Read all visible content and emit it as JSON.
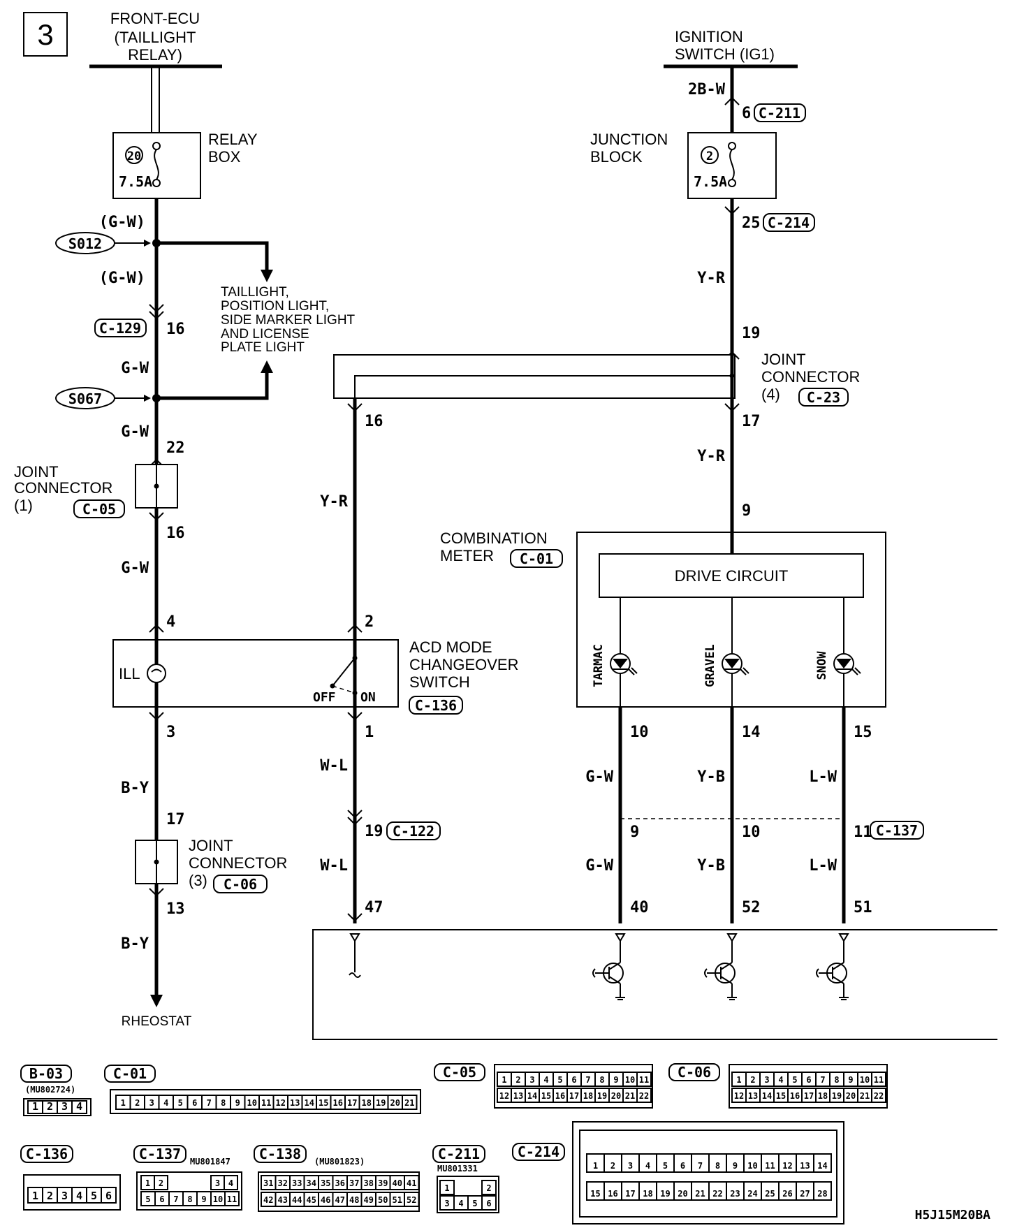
{
  "page_no": "3",
  "diagram_id": "H5J15M20BA",
  "labels": {
    "front_ecu": [
      "FRONT-ECU",
      "(TAILLIGHT",
      "RELAY)"
    ],
    "ignition": [
      "IGNITION",
      "SWITCH (IG1)"
    ],
    "relay_box": [
      "RELAY",
      "BOX"
    ],
    "relay_fuse_no": "20",
    "relay_fuse_rating": "7.5A",
    "junction_block": [
      "JUNCTION",
      "BLOCK"
    ],
    "jb_fuse_no": "2",
    "jb_fuse_rating": "7.5A",
    "taillight": [
      "TAILLIGHT,",
      "POSITION LIGHT,",
      "SIDE MARKER LIGHT",
      "AND LICENSE",
      "PLATE LIGHT"
    ],
    "joint1": [
      "JOINT",
      "CONNECTOR",
      "(1)"
    ],
    "joint3": [
      "JOINT",
      "CONNECTOR",
      "(3)"
    ],
    "joint4": [
      "JOINT",
      "CONNECTOR",
      "(4)"
    ],
    "combo": [
      "COMBINATION",
      "METER"
    ],
    "drive_circuit": "DRIVE CIRCUIT",
    "acd": [
      "ACD MODE",
      "CHANGEOVER",
      "SWITCH"
    ],
    "ill": "ILL",
    "off": "OFF",
    "on": "ON",
    "tarmac": "TARMAC",
    "gravel": "GRAVEL",
    "snow": "SNOW",
    "rheostat": "RHEOSTAT"
  },
  "splices": {
    "s012": "S012",
    "s067": "S067"
  },
  "connectors": {
    "c129": "C-129",
    "c05": "C-05",
    "c06": "C-06",
    "c211": "C-211",
    "c214": "C-214",
    "c23": "C-23",
    "c01": "C-01",
    "c136": "C-136",
    "c122": "C-122",
    "c137": "C-137"
  },
  "wires": {
    "gw_paren": "(G-W)",
    "gw": "G-W",
    "by": "B-Y",
    "yr": "Y-R",
    "wl": "W-L",
    "tbw": "2B-W",
    "yb": "Y-B",
    "lw": "L-W"
  },
  "pins": {
    "p16a": "16",
    "p22": "22",
    "p16b": "16",
    "p4": "4",
    "p3": "3",
    "p17a": "17",
    "p13": "13",
    "p6": "6",
    "p25": "25",
    "p19a": "19",
    "p17b": "17",
    "p9a": "9",
    "p16c": "16",
    "p2": "2",
    "p1": "1",
    "p19b": "19",
    "p47": "47",
    "p10a": "10",
    "p14": "14",
    "p15": "15",
    "p9b": "9",
    "p10b": "10",
    "p11": "11",
    "p40": "40",
    "p52": "52",
    "p51": "51"
  },
  "legend": {
    "b03": "B-03",
    "b03_part": "(MU802724)",
    "b03_pins": [
      "1",
      "2",
      "3",
      "4"
    ],
    "c01": "C-01",
    "c01_pins": [
      "1",
      "2",
      "3",
      "4",
      "5",
      "6",
      "7",
      "8",
      "9",
      "10",
      "11",
      "12",
      "13",
      "14",
      "15",
      "16",
      "17",
      "18",
      "19",
      "20",
      "21"
    ],
    "c05": "C-05",
    "c06": "C-06",
    "c22_row1": [
      "1",
      "2",
      "3",
      "4",
      "5",
      "6",
      "7",
      "8",
      "9",
      "10",
      "11"
    ],
    "c22_row2": [
      "12",
      "13",
      "14",
      "15",
      "16",
      "17",
      "18",
      "19",
      "20",
      "21",
      "22"
    ],
    "c136": "C-136",
    "c136_pins": [
      "1",
      "2",
      "3",
      "4",
      "5",
      "6"
    ],
    "c137": "C-137",
    "c137_part": "MU801847",
    "c137_row1a": [
      "1",
      "2"
    ],
    "c137_row1b": [
      "3",
      "4"
    ],
    "c137_row2": [
      "5",
      "6",
      "7",
      "8",
      "9",
      "10",
      "11"
    ],
    "c138": "C-138",
    "c138_part": "(MU801823)",
    "c138_row1": [
      "31",
      "32",
      "33",
      "34",
      "35",
      "36",
      "37",
      "38",
      "39",
      "40",
      "41"
    ],
    "c138_row2": [
      "42",
      "43",
      "44",
      "45",
      "46",
      "47",
      "48",
      "49",
      "50",
      "51",
      "52"
    ],
    "c211": "C-211",
    "c211_part": "MU801331",
    "c211_row1": [
      "1",
      "2"
    ],
    "c211_row2": [
      "3",
      "4",
      "5",
      "6"
    ],
    "c214": "C-214",
    "c214_row1": [
      "1",
      "2",
      "3",
      "4",
      "5",
      "6",
      "7",
      "8",
      "9",
      "10",
      "11",
      "12",
      "13",
      "14"
    ],
    "c214_row2": [
      "15",
      "16",
      "17",
      "18",
      "19",
      "20",
      "21",
      "22",
      "23",
      "24",
      "25",
      "26",
      "27",
      "28"
    ]
  }
}
